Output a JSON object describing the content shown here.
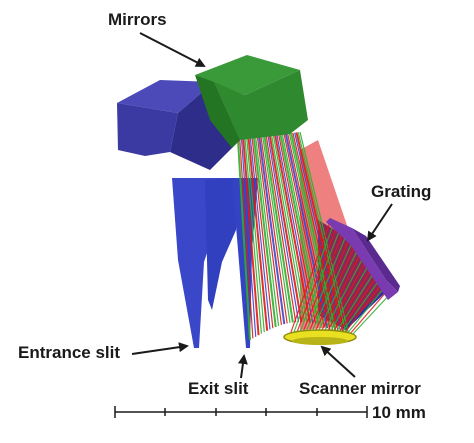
{
  "labels": {
    "mirrors": "Mirrors",
    "grating": "Grating",
    "entrance_slit": "Entrance slit",
    "exit_slit": "Exit slit",
    "scanner_mirror": "Scanner mirror"
  },
  "scale_bar": {
    "label": "10 mm"
  },
  "colors": {
    "mirror_blue": "#3b3aa3",
    "mirror_green": "#2f8a2f",
    "beam_blue": "#3a47c8",
    "grating_purple": "#7a3ab0",
    "rays_red": "#e01818",
    "rays_green": "#2fae2f",
    "scanner_yellow": "#e8e020"
  }
}
